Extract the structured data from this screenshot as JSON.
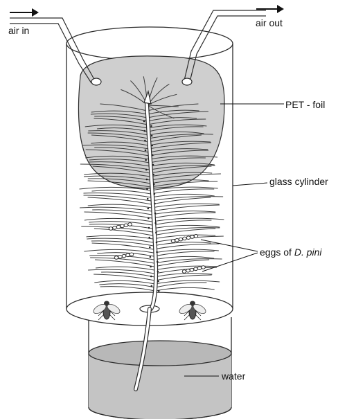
{
  "labels": {
    "air_in": "air in",
    "air_out": "air out",
    "foil": "PET - foil",
    "cylinder": "glass cylinder",
    "eggs_prefix": "eggs of ",
    "eggs_species": "D. pini",
    "water": "water"
  },
  "colors": {
    "outline": "#2a2a2a",
    "foil_fill": "#cfcfcf",
    "water_fill": "#c4c4c4",
    "needle": "#3a3a3a"
  }
}
